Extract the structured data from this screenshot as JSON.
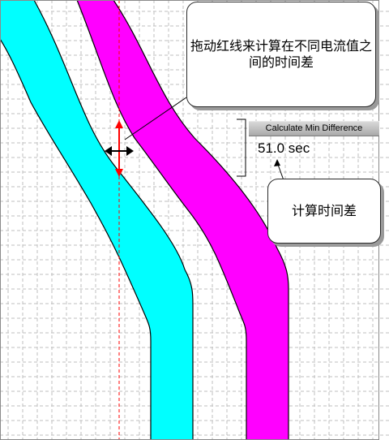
{
  "callouts": {
    "drag_hint": "拖动红线来计算在不同电流值之间的时间差",
    "calc_hint": "计算时间差"
  },
  "calculator": {
    "button_label": "Calculate Min Difference",
    "value": "51.0 sec"
  },
  "colors": {
    "curve_a": "#00ffff",
    "curve_b": "#ff00ff",
    "cursor_line": "#ff0000",
    "grid": "#bfbfbf",
    "arrow": "#000000"
  }
}
